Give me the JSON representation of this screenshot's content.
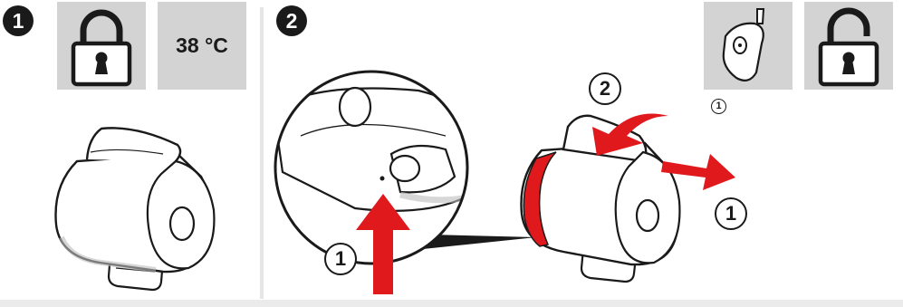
{
  "steps": {
    "step1_number": "1",
    "step2_number": "2"
  },
  "panel1": {
    "lock_state": "locked",
    "temperature_label": "38 °C"
  },
  "panel2": {
    "lock_state": "unlocked",
    "tool_callout": "1",
    "zoom_arrow_label": "1",
    "rotate_arrow_label": "2",
    "pull_arrow_label": "1"
  },
  "colors": {
    "tile_gray": "#d3d3d3",
    "badge_black": "#1a1a1a",
    "arrow_red": "#e0191d",
    "divider_gray": "#e6e6e6"
  },
  "icons": [
    "lock-closed-icon",
    "lock-open-icon",
    "unlock-key-tool-icon",
    "temperature-limiter-cap-icon"
  ]
}
